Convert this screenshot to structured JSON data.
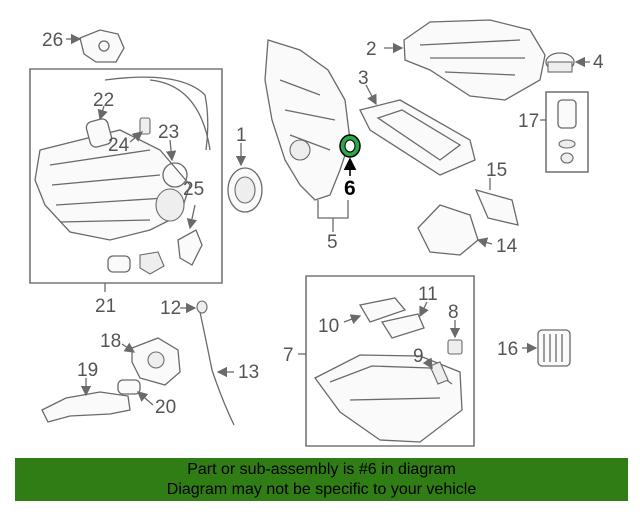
{
  "callouts": {
    "c1": "1",
    "c2": "2",
    "c3": "3",
    "c4": "4",
    "c5": "5",
    "c6": "6",
    "c7": "7",
    "c8": "8",
    "c9": "9",
    "c10": "10",
    "c11": "11",
    "c12": "12",
    "c13": "13",
    "c14": "14",
    "c15": "15",
    "c16": "16",
    "c17": "17",
    "c18": "18",
    "c19": "19",
    "c20": "20",
    "c21": "21",
    "c22": "22",
    "c23": "23",
    "c24": "24",
    "c25": "25",
    "c26": "26"
  },
  "footer": {
    "line1": "Part or sub-assembly is #6 in diagram",
    "line2": "Diagram may not be specific to your vehicle"
  },
  "colors": {
    "footer_bg": "#2f7d14",
    "highlight_seal": "#2aa84a"
  }
}
